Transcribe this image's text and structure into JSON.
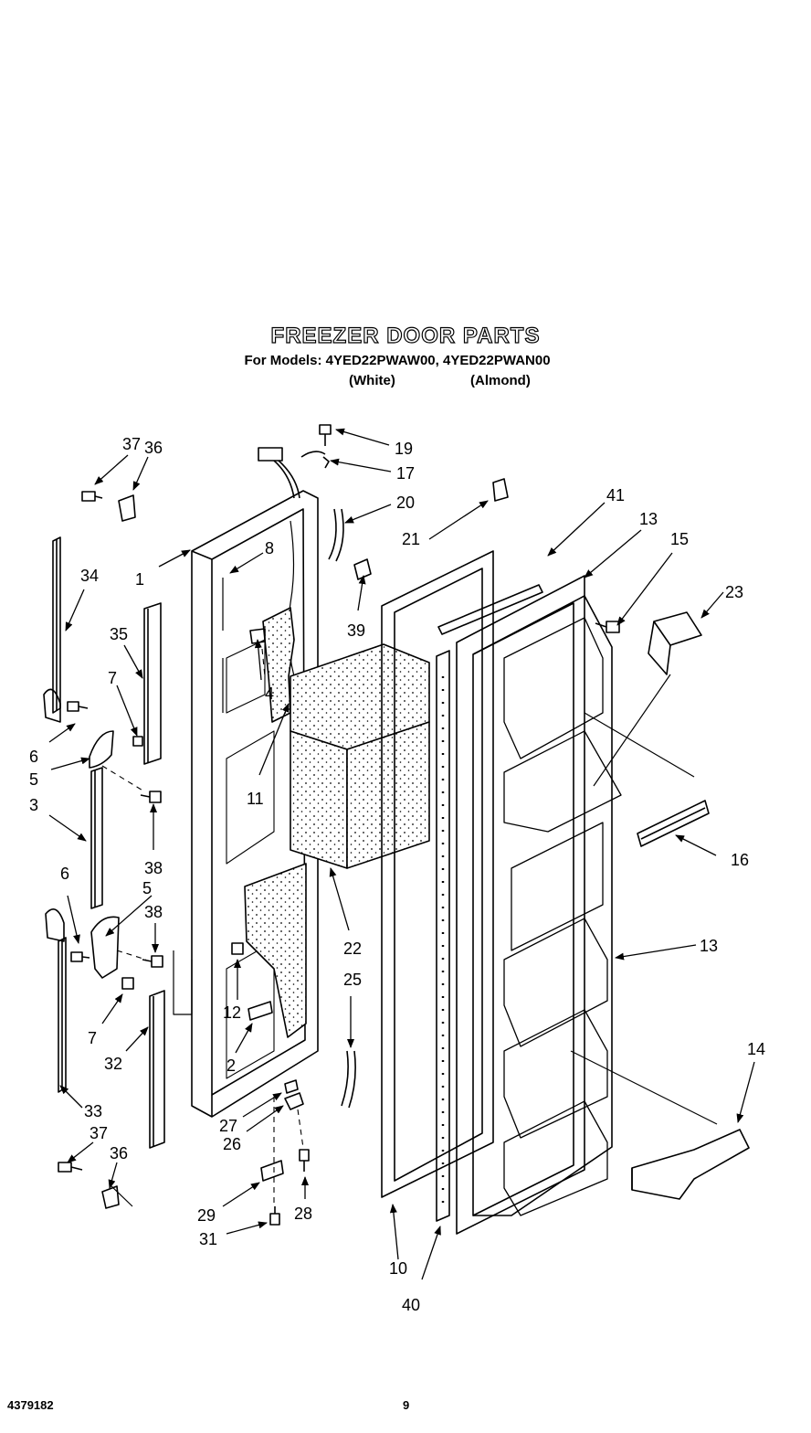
{
  "header": {
    "title": "FREEZER DOOR PARTS",
    "subtitle": "For Models: 4YED22PWAW00, 4YED22PWAN00",
    "variant_white": "(White)",
    "variant_almond": "(Almond)"
  },
  "callouts": [
    {
      "id": "c37a",
      "label": "37"
    },
    {
      "id": "c36a",
      "label": "36"
    },
    {
      "id": "c19",
      "label": "19"
    },
    {
      "id": "c17",
      "label": "17"
    },
    {
      "id": "c20",
      "label": "20"
    },
    {
      "id": "c21",
      "label": "21"
    },
    {
      "id": "c41",
      "label": "41"
    },
    {
      "id": "c13a",
      "label": "13"
    },
    {
      "id": "c15",
      "label": "15"
    },
    {
      "id": "c23",
      "label": "23"
    },
    {
      "id": "c34",
      "label": "34"
    },
    {
      "id": "c1",
      "label": "1"
    },
    {
      "id": "c8",
      "label": "8"
    },
    {
      "id": "c39",
      "label": "39"
    },
    {
      "id": "c35",
      "label": "35"
    },
    {
      "id": "c4",
      "label": "4"
    },
    {
      "id": "c7a",
      "label": "7"
    },
    {
      "id": "c6a",
      "label": "6"
    },
    {
      "id": "c5a",
      "label": "5"
    },
    {
      "id": "c3",
      "label": "3"
    },
    {
      "id": "c11",
      "label": "11"
    },
    {
      "id": "c38a",
      "label": "38"
    },
    {
      "id": "c16",
      "label": "16"
    },
    {
      "id": "c6b",
      "label": "6"
    },
    {
      "id": "c5b",
      "label": "5"
    },
    {
      "id": "c38b",
      "label": "38"
    },
    {
      "id": "c22",
      "label": "22"
    },
    {
      "id": "c13b",
      "label": "13"
    },
    {
      "id": "c25",
      "label": "25"
    },
    {
      "id": "c12",
      "label": "12"
    },
    {
      "id": "c7b",
      "label": "7"
    },
    {
      "id": "c32",
      "label": "32"
    },
    {
      "id": "c2",
      "label": "2"
    },
    {
      "id": "c14",
      "label": "14"
    },
    {
      "id": "c33",
      "label": "33"
    },
    {
      "id": "c27",
      "label": "27"
    },
    {
      "id": "c26",
      "label": "26"
    },
    {
      "id": "c37b",
      "label": "37"
    },
    {
      "id": "c36b",
      "label": "36"
    },
    {
      "id": "c29",
      "label": "29"
    },
    {
      "id": "c28",
      "label": "28"
    },
    {
      "id": "c31",
      "label": "31"
    },
    {
      "id": "c10",
      "label": "10"
    },
    {
      "id": "c40",
      "label": "40"
    }
  ],
  "footer": {
    "doc_number": "4379182",
    "page_number": "9"
  }
}
